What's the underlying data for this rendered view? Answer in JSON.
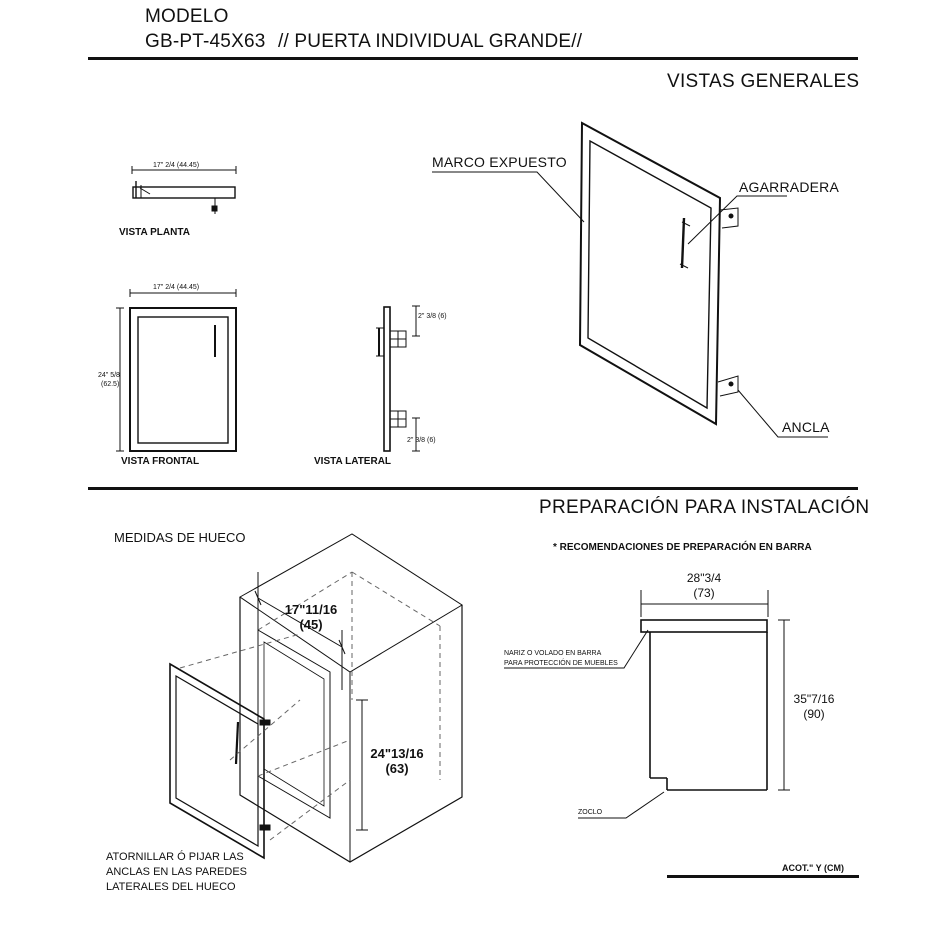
{
  "header": {
    "model_label": "MODELO",
    "model_code": "GB-PT-45X63",
    "model_desc": "// PUERTA INDIVIDUAL GRANDE//"
  },
  "views": {
    "title": "VISTAS GENERALES",
    "plan": {
      "dim_width": "17\" 2/4 (44.45)",
      "label": "VISTA PLANTA"
    },
    "front": {
      "dim_width": "17\" 2/4 (44.45)",
      "dim_height_1": "24\" 5/8",
      "dim_height_2": "(62.5)",
      "label": "VISTA FRONTAL"
    },
    "side": {
      "dim_top": "2\" 3/8 (6)",
      "dim_bottom": "2\" 3/8 (6)",
      "label": "VISTA LATERAL"
    },
    "iso": {
      "frame": "MARCO EXPUESTO",
      "handle": "AGARRADERA",
      "anchor": "ANCLA"
    }
  },
  "install": {
    "title": "PREPARACIÓN PARA INSTALACIÓN",
    "cutout_title": "MEDIDAS DE HUECO",
    "cutout_width_1": "17\"11/16",
    "cutout_width_2": "(45)",
    "cutout_height_1": "24\"13/16",
    "cutout_height_2": "(63)",
    "note_line1": "ATORNILLAR Ó PIJAR  LAS",
    "note_line2": "ANCLAS EN LAS PAREDES",
    "note_line3": "LATERALES DEL HUECO",
    "bar_note": "* RECOMENDACIONES DE PREPARACIÓN EN BARRA",
    "bar_width_1": "28\"3/4",
    "bar_width_2": "(73)",
    "bar_height_1": "35\"7/16",
    "bar_height_2": "(90)",
    "nose_1": "NARIZ O VOLADO EN BARRA",
    "nose_2": "PARA PROTECCIÓN DE MUEBLES",
    "plinth": "ZOCLO",
    "units": "ACOT.\" Y (CM)"
  }
}
